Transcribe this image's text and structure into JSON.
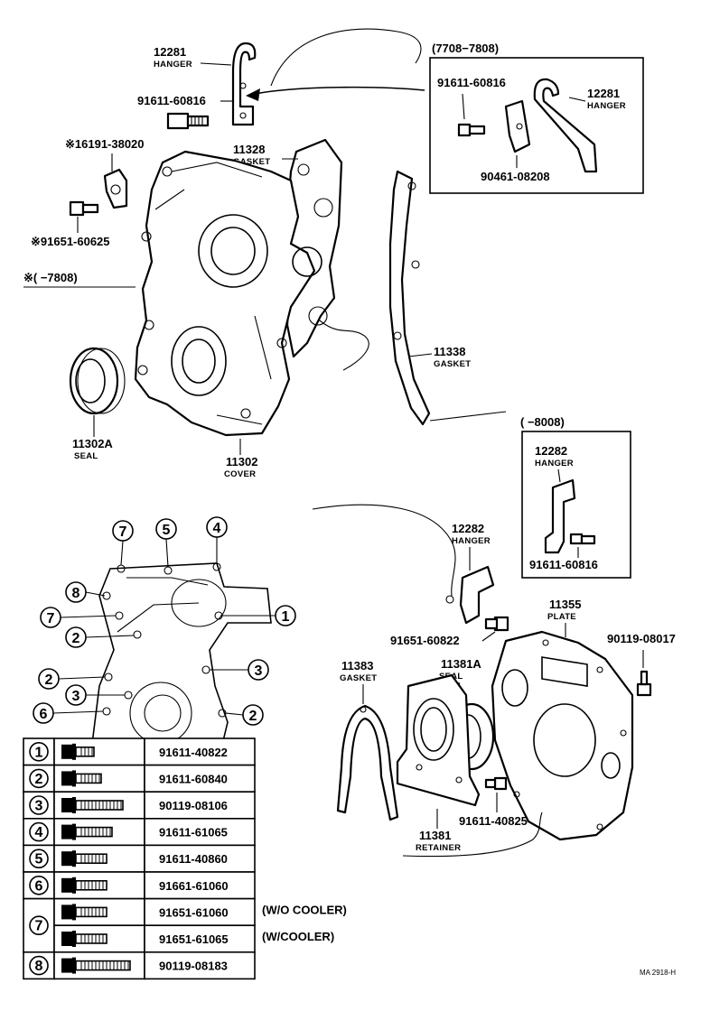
{
  "callouts": {
    "hanger_top": {
      "num": "12281",
      "name": "HANGER"
    },
    "bolt_top": {
      "num": "91611-60816"
    },
    "clip": {
      "num": "※16191-38020"
    },
    "bolt_clip": {
      "num": "※91651-60625"
    },
    "note_range": {
      "text": "※(      −7808)"
    },
    "gasket_11328": {
      "num": "11328",
      "name": "GASKET"
    },
    "seal_11302a": {
      "num": "11302A",
      "name": "SEAL"
    },
    "cover_11302": {
      "num": "11302",
      "name": "COVER"
    },
    "gasket_11338": {
      "num": "11338",
      "name": "GASKET"
    },
    "inset_a": {
      "range": "(7708−7808)",
      "bolt": "91611-60816",
      "hanger_num": "12281",
      "hanger_name": "HANGER",
      "bolt2": "90461-08208"
    },
    "inset_b": {
      "range": "(      −8008)",
      "hanger_num": "12282",
      "hanger_name": "HANGER",
      "bolt": "91611-60816"
    },
    "hanger_mid": {
      "num": "12282",
      "name": "HANGER"
    },
    "plate_11355": {
      "num": "11355",
      "name": "PLATE"
    },
    "bolt_90119": {
      "num": "90119-08017"
    },
    "bolt_91651": {
      "num": "91651-60822"
    },
    "seal_11381a": {
      "num": "11381A",
      "name": "SEAL"
    },
    "gasket_11383": {
      "num": "11383",
      "name": "GASKET"
    },
    "bolt_91611_40825": {
      "num": "91611-40825"
    },
    "retainer_11381": {
      "num": "11381",
      "name": "RETAINER"
    }
  },
  "bolt_markers": [
    "7",
    "5",
    "4",
    "8",
    "7",
    "1",
    "2",
    "2",
    "3",
    "3",
    "6",
    "2"
  ],
  "bolt_table": [
    {
      "no": "1",
      "part": "91611-40822",
      "note": ""
    },
    {
      "no": "2",
      "part": "91611-60840",
      "note": ""
    },
    {
      "no": "3",
      "part": "90119-08106",
      "note": ""
    },
    {
      "no": "4",
      "part": "91611-61065",
      "note": ""
    },
    {
      "no": "5",
      "part": "91611-40860",
      "note": ""
    },
    {
      "no": "6",
      "part": "91661-61060",
      "note": ""
    },
    {
      "no": "7",
      "part": "91651-61060",
      "note": "(W/O COOLER)"
    },
    {
      "no": "7",
      "part": "91651-61065",
      "note": "(W/COOLER)"
    },
    {
      "no": "8",
      "part": "90119-08183",
      "note": ""
    }
  ],
  "footer_code": "MA 2918-H"
}
